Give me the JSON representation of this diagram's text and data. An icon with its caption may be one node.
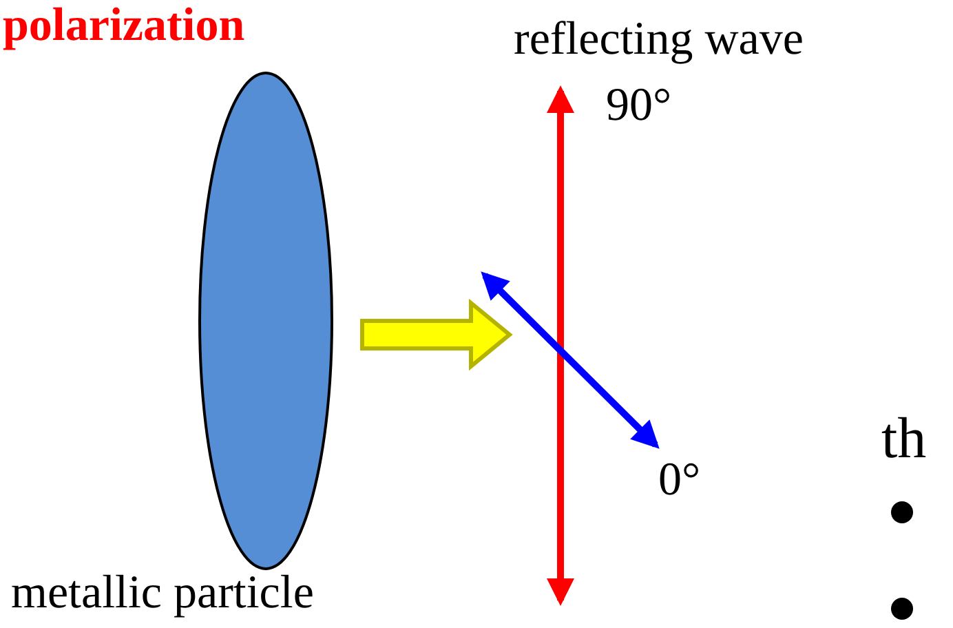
{
  "diagram": {
    "nodes": [
      {
        "text": [],
        "shape": "ellipse",
        "beside": [
          "metallic particle"
        ]
      }
    ],
    "labels": [
      "polarization",
      "reflecting wave",
      "90°",
      "0°",
      "th"
    ]
  }
}
